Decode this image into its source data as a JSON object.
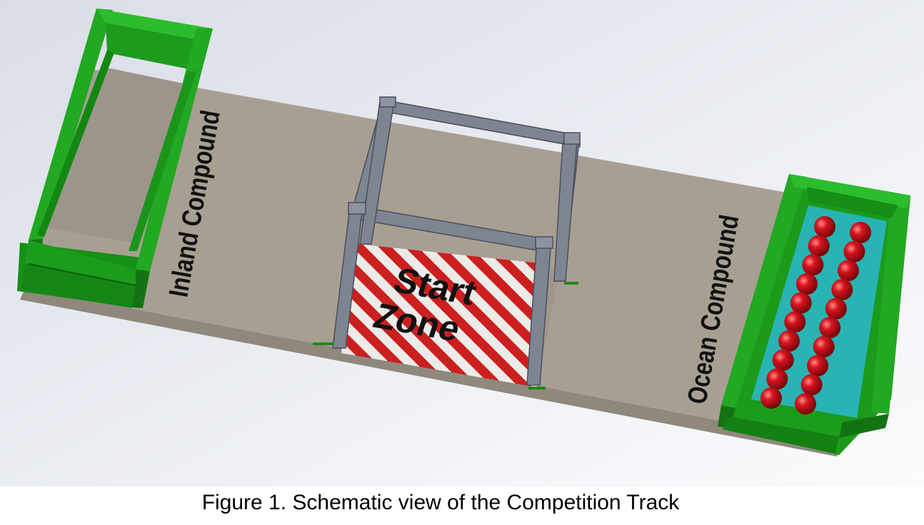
{
  "figure": {
    "labels": {
      "inland": "Inland Compound",
      "ocean": "Ocean Compound",
      "start_line1": "Start",
      "start_line2": "Zone"
    },
    "colors": {
      "background_top": "#dfe3ea",
      "background_bottom": "#f7f8fb",
      "track_floor": "#a89f93",
      "wall_green": "#1f9d1f",
      "wall_green_dark": "#137313",
      "frame_grey": "#7e8492",
      "stripe_red": "#cc1f1f",
      "water_teal": "#2ab3b3",
      "ball_red": "#c8101a"
    }
  },
  "caption": "Figure 1. Schematic view of the Competition Track"
}
